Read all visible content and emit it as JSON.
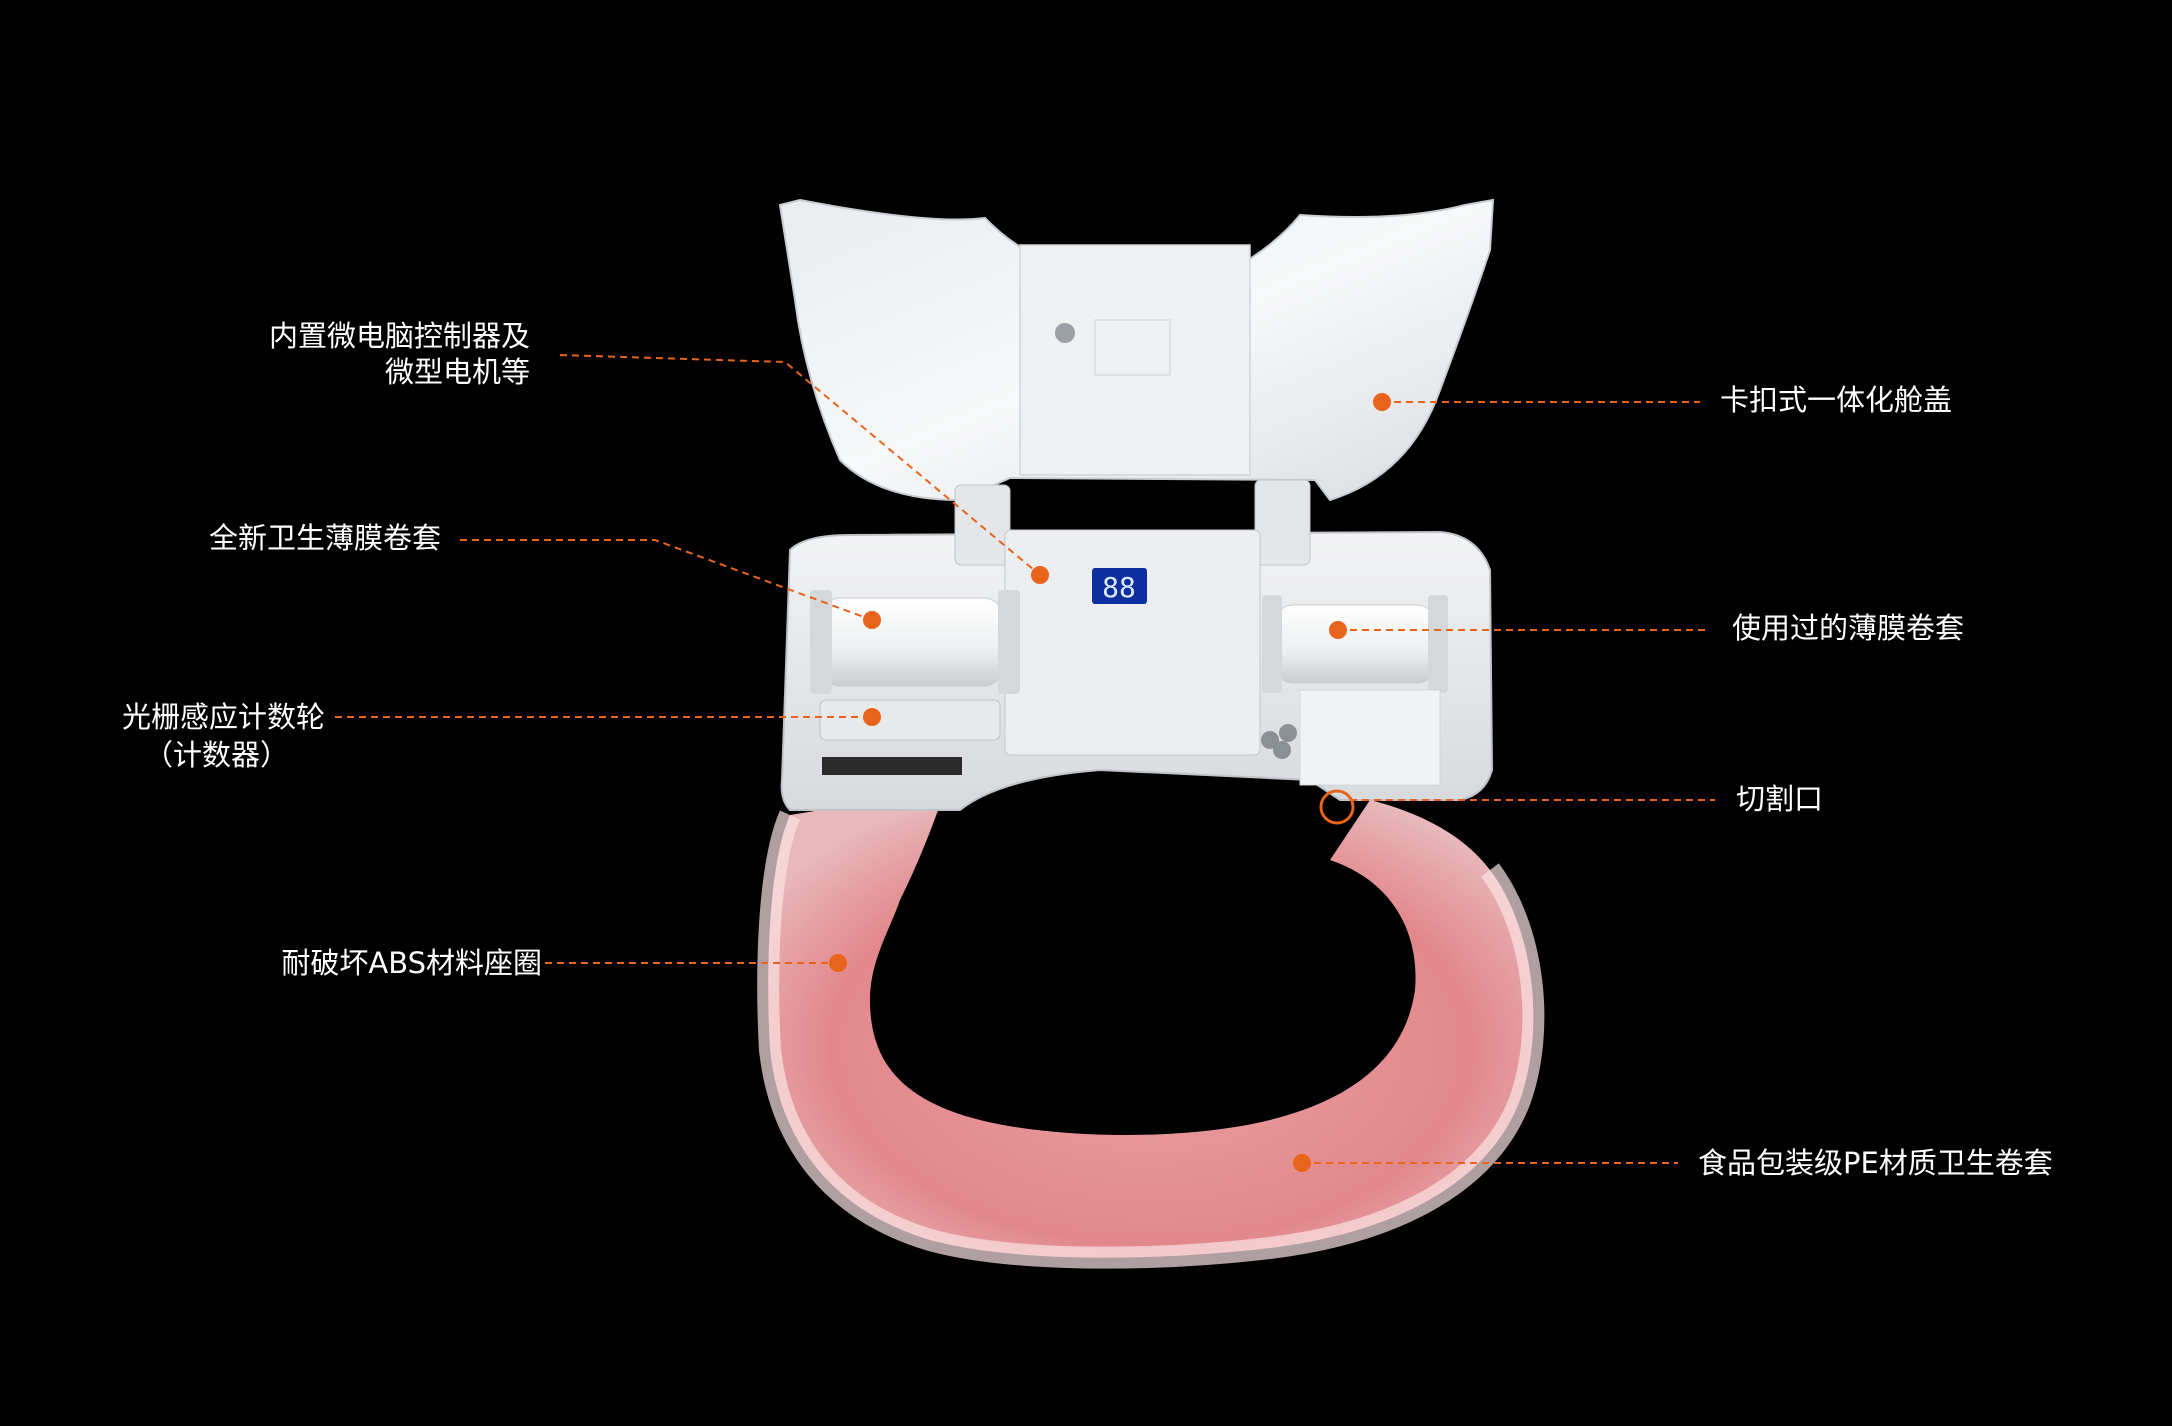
{
  "colors": {
    "background": "#000000",
    "accent": "#e8641b",
    "label_text": "#ffffff"
  },
  "product": {
    "display_readout": "88"
  },
  "callouts": {
    "controller_line1": "内置微电脑控制器及",
    "controller_line2": "微型电机等",
    "new_film": "全新卫生薄膜卷套",
    "counter_line1": "光栅感应计数轮",
    "counter_line2": "（计数器）",
    "seat_ring": "耐破坏ABS材料座圈",
    "cover": "卡扣式一体化舱盖",
    "used_film": "使用过的薄膜卷套",
    "cut_opening": "切割口",
    "pe_sleeve": "食品包装级PE材质卫生卷套"
  }
}
